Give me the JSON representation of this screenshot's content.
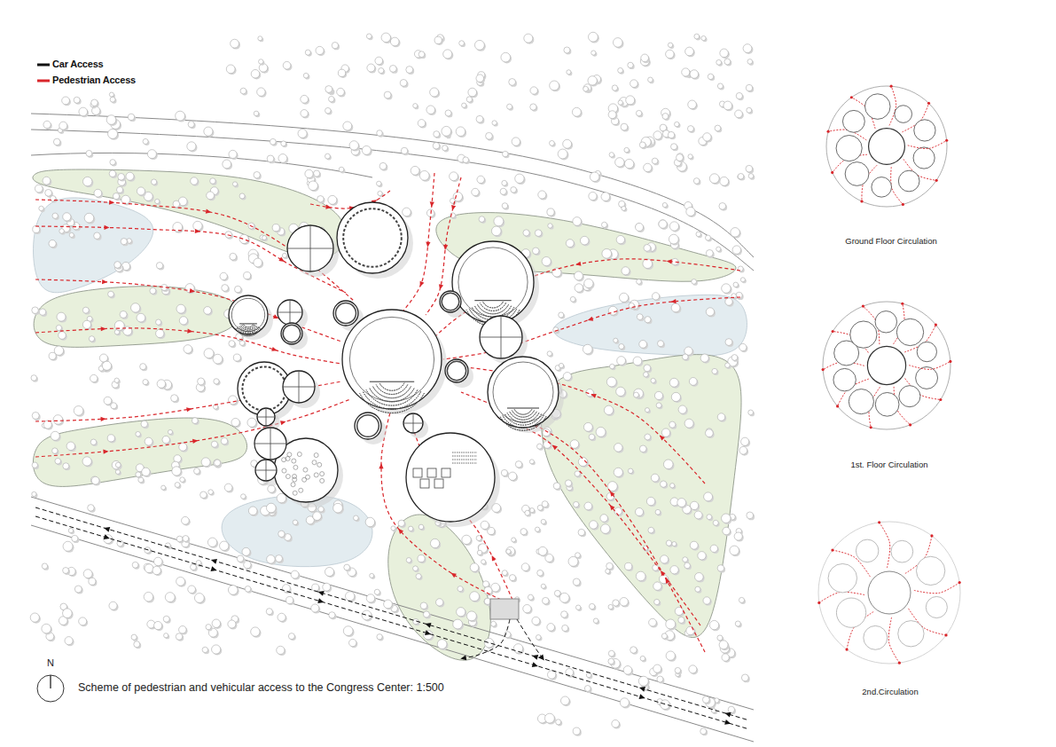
{
  "diagram": {
    "caption": "Scheme of pedestrian and vehicular access to the Congress Center: 1:500",
    "labels": [
      "N",
      "Ground Floor Circulation",
      "1st. Floor Circulation",
      "2nd.Circulation"
    ],
    "legend": [
      {
        "text": "Car Access"
      },
      {
        "text": "Pedestrian Access"
      }
    ]
  }
}
